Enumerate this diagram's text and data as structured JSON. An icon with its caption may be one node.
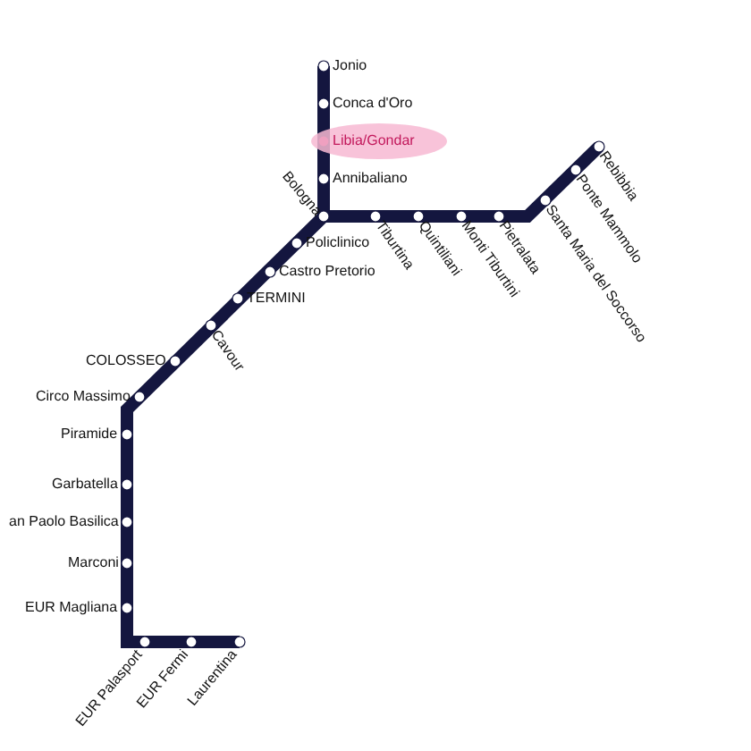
{
  "diagram": {
    "labels": [
      "Jonio",
      "Conca d'Oro",
      "Libia/Gondar",
      "Annibaliano",
      "Bologna",
      "Tiburtina",
      "Quintiliani",
      "Monti Tiburtini",
      "Pietralata",
      "Santa Maria del Soccorso",
      "Ponte Mammolo",
      "Rebibbia",
      "Policlinico",
      "Castro Pretorio",
      "TERMINI",
      "Cavour",
      "COLOSSEO",
      "Circo Massimo",
      "Piramide",
      "Garbatella",
      "an Paolo Basilica",
      "Marconi",
      "EUR Magliana",
      "EUR Palasport",
      "EUR Fermi",
      "Laurentina"
    ]
  }
}
